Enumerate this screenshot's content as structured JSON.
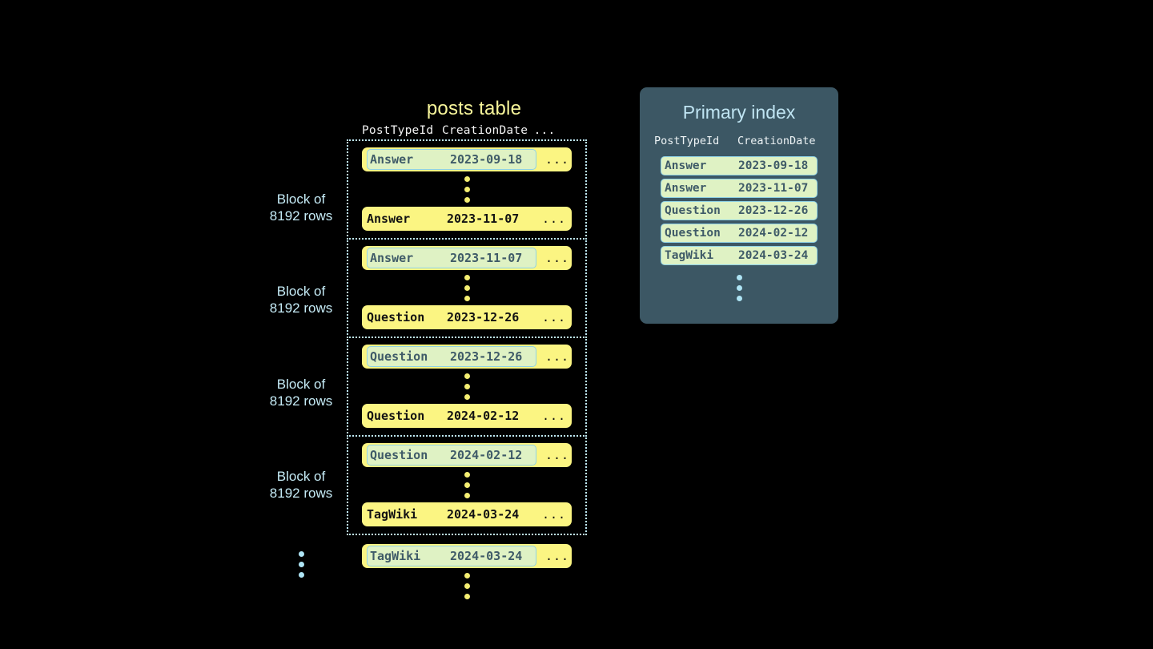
{
  "posts_table": {
    "title": "posts table",
    "columns": {
      "type": "PostTypeId",
      "date": "CreationDate",
      "more": "..."
    },
    "row_more": "...",
    "blocks": [
      {
        "label_line1": "Block of",
        "label_line2": "8192 rows",
        "first_row": {
          "type": "Answer",
          "date": "2023-09-18",
          "highlighted": true
        },
        "last_row": {
          "type": "Answer",
          "date": "2023-11-07",
          "highlighted": false
        }
      },
      {
        "label_line1": "Block of",
        "label_line2": "8192 rows",
        "first_row": {
          "type": "Answer",
          "date": "2023-11-07",
          "highlighted": true
        },
        "last_row": {
          "type": "Question",
          "date": "2023-12-26",
          "highlighted": false
        }
      },
      {
        "label_line1": "Block of",
        "label_line2": "8192 rows",
        "first_row": {
          "type": "Question",
          "date": "2023-12-26",
          "highlighted": true
        },
        "last_row": {
          "type": "Question",
          "date": "2024-02-12",
          "highlighted": false
        }
      },
      {
        "label_line1": "Block of",
        "label_line2": "8192 rows",
        "first_row": {
          "type": "Question",
          "date": "2024-02-12",
          "highlighted": true
        },
        "last_row": {
          "type": "TagWiki",
          "date": "2024-03-24",
          "highlighted": false
        }
      }
    ],
    "trailing_row": {
      "type": "TagWiki",
      "date": "2024-03-24",
      "highlighted": true
    }
  },
  "primary_index": {
    "title": "Primary index",
    "columns": {
      "type": "PostTypeId",
      "date": "CreationDate"
    },
    "entries": [
      {
        "type": "Answer",
        "date": "2023-09-18"
      },
      {
        "type": "Answer",
        "date": "2023-11-07"
      },
      {
        "type": "Question",
        "date": "2023-12-26"
      },
      {
        "type": "Question",
        "date": "2024-02-12"
      },
      {
        "type": "TagWiki",
        "date": "2024-03-24"
      }
    ]
  },
  "colors": {
    "background": "#000000",
    "row_yellow": "#fbf582",
    "chip_green": "#dff2c4",
    "chip_border": "#8fd2e6",
    "panel_slate": "#3c5764",
    "title_yellow": "#f7f59a",
    "accent_cyan": "#bfe4f2",
    "dot_yellow": "#f5ef72",
    "dot_cyan": "#aee4f4"
  }
}
